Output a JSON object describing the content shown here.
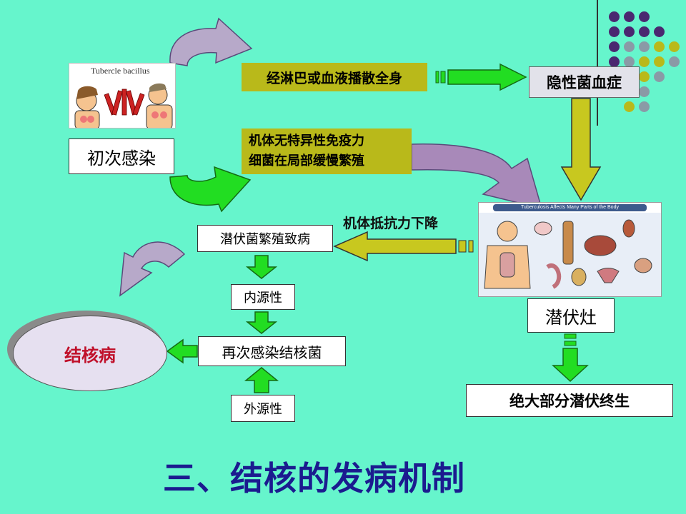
{
  "slide": {
    "title": "三、结核的发病机制",
    "primary_infection_image_text": "Tubercle bacillus",
    "primary_infection": "初次感染",
    "spread": "经淋巴或血液播散全身",
    "latent_bacteremia": "隐性菌血症",
    "no_immunity_line1": "机体无特异性免疫力",
    "no_immunity_line2": "细菌在局部缓慢繁殖",
    "resistance_down": "机体抵抗力下降",
    "body_image_title": "Tuberculosis Affects Many Parts of the Body",
    "latent_focus": "潜伏灶",
    "lifelong_latent": "绝大部分潜伏终生",
    "dormant_reactivation": "潜伏菌繁殖致病",
    "endogenous": "内源性",
    "reinfection": "再次感染结核菌",
    "exogenous": "外源性",
    "tb_disease": "结核病"
  },
  "colors": {
    "background": "#66f5cc",
    "green_arrow": "#22dd22",
    "olive": "#b9b91a",
    "purple_arrow": "#a889b9",
    "title": "#1b1b8f",
    "tb_text": "#c0102a"
  }
}
